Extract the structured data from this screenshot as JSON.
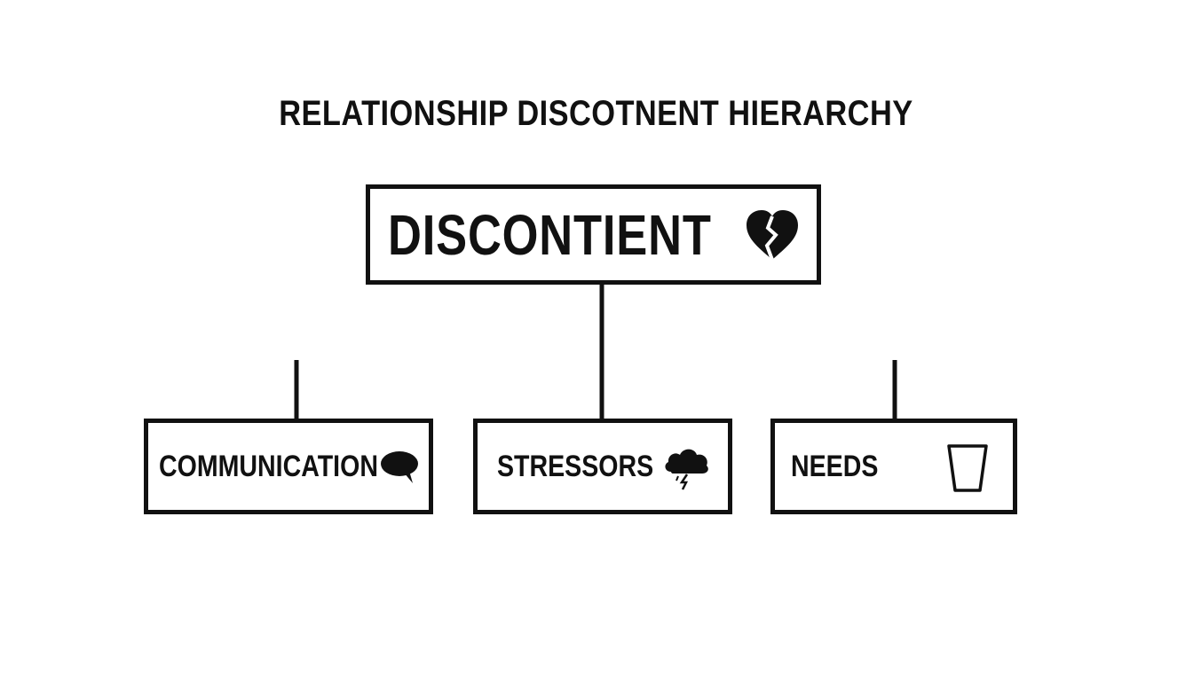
{
  "diagram": {
    "title": "RELATIONSHIP DISCOTNENT HIERARCHY",
    "root": {
      "label": "DISCONTIENT",
      "icon": "broken-heart-icon"
    },
    "children": [
      {
        "label": "COMMUNICATION",
        "icon": "speech-bubble-icon"
      },
      {
        "label": "STRESSORS",
        "icon": "storm-cloud-icon"
      },
      {
        "label": "NEEDS",
        "icon": "empty-cup-icon"
      }
    ],
    "colors": {
      "ink": "#111111",
      "background": "#ffffff"
    }
  }
}
